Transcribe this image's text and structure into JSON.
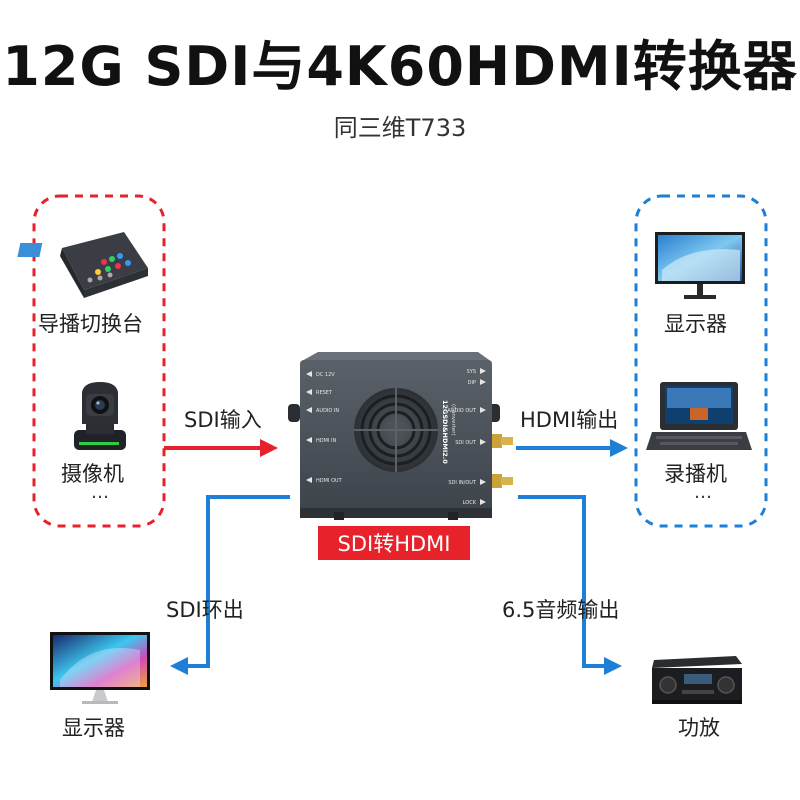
{
  "title": "12G SDI与4K60HDMI转换器",
  "subtitle": "同三维T733",
  "inputs": {
    "device1": "导播切换台",
    "device2": "摄像机",
    "more": "…"
  },
  "outputs": {
    "device1": "显示器",
    "device2": "录播机",
    "more": "…"
  },
  "arrows": {
    "sdi_in": "SDI输入",
    "hdmi_out": "HDMI输出",
    "sdi_loop": "SDI环出",
    "audio_out": "6.5音频输出"
  },
  "converter": {
    "badge": "SDI转HDMI",
    "panel_left": [
      "DC 12V",
      "RESET",
      "AUDIO IN",
      "HDMI IN",
      "HDMI OUT"
    ],
    "panel_right": [
      "SYS",
      "DIP",
      "AUDIO OUT",
      "SDI OUT",
      "SDI IN/OUT",
      "LOCK"
    ],
    "model_text": "12GSDI&HDMI2.0",
    "model_sub": "(Converter)"
  },
  "bottom": {
    "left_device": "显示器",
    "right_device": "功放"
  },
  "colors": {
    "input_accent": "#e8222a",
    "output_accent": "#1e7fd6",
    "device_body": "#4a5057"
  }
}
